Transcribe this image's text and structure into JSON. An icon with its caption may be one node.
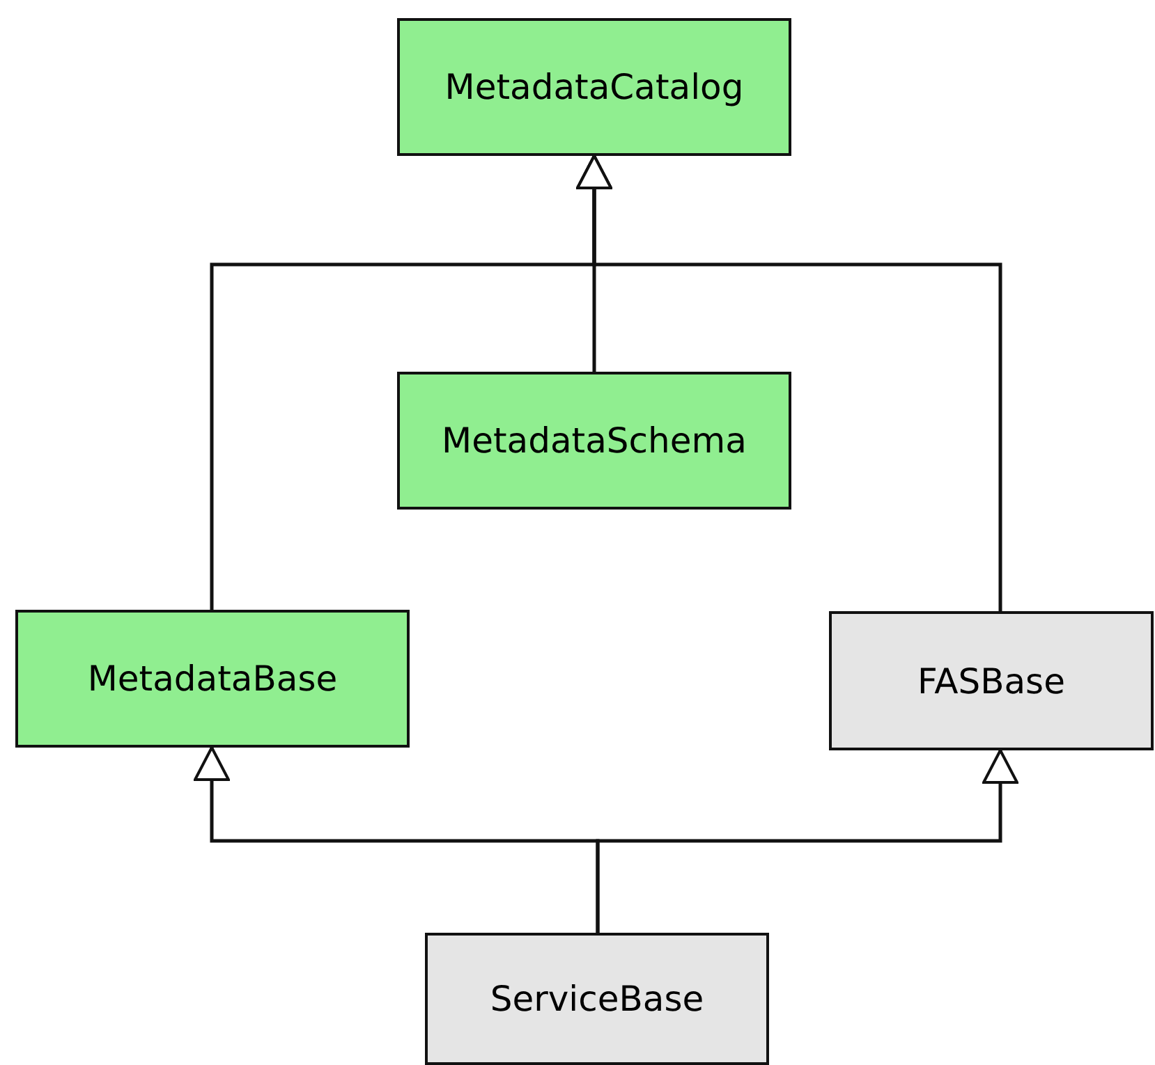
{
  "diagram": {
    "nodes": [
      {
        "text": [
          "MetadataCatalog"
        ]
      },
      {
        "text": [
          "MetadataSchema"
        ]
      },
      {
        "text": [
          "MetadataBase"
        ]
      },
      {
        "text": [
          "FASBase"
        ]
      },
      {
        "text": [
          "ServiceBase"
        ]
      }
    ],
    "edges": [
      {
        "from": 1,
        "to": 0,
        "arrow": "to"
      },
      {
        "from": 2,
        "to": 0,
        "arrow": "to"
      },
      {
        "from": 3,
        "to": 0,
        "arrow": "to"
      },
      {
        "from": 4,
        "to": 2,
        "arrow": "to"
      },
      {
        "from": 4,
        "to": 3,
        "arrow": "to"
      }
    ]
  }
}
